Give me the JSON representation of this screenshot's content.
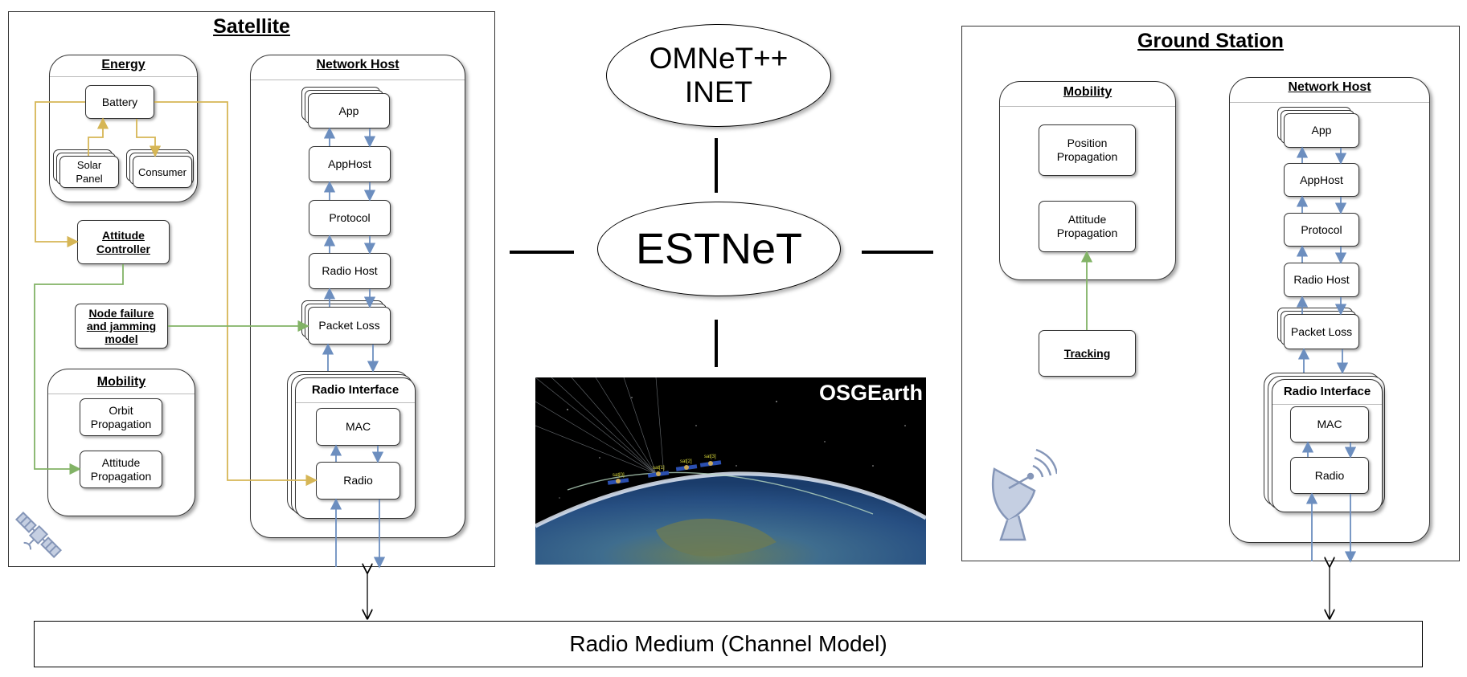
{
  "framework": {
    "top": "OMNeT++\nINET",
    "center": "ESTNeT",
    "viz": "OSGEarth"
  },
  "satellite": {
    "title": "Satellite",
    "energy": {
      "title": "Energy",
      "battery": "Battery",
      "solar": "Solar\nPanel",
      "consumer": "Consumer"
    },
    "attitude_controller": "Attitude\nController",
    "node_failure": "Node failure\nand jamming\nmodel",
    "mobility": {
      "title": "Mobility",
      "orbit": "Orbit\nPropagation",
      "attitude": "Attitude\nPropagation"
    },
    "network_host": {
      "title": "Network Host",
      "app": "App",
      "apphost": "AppHost",
      "protocol": "Protocol",
      "radiohost": "Radio Host",
      "packetloss": "Packet Loss",
      "radio_interface": "Radio Interface",
      "mac": "MAC",
      "radio": "Radio"
    }
  },
  "ground": {
    "title": "Ground Station",
    "mobility": {
      "title": "Mobility",
      "position": "Position\nPropagation",
      "attitude": "Attitude\nPropagation"
    },
    "tracking": "Tracking",
    "network_host": {
      "title": "Network Host",
      "app": "App",
      "apphost": "AppHost",
      "protocol": "Protocol",
      "radiohost": "Radio Host",
      "packetloss": "Packet Loss",
      "radio_interface": "Radio Interface",
      "mac": "MAC",
      "radio": "Radio"
    }
  },
  "radio_medium": "Radio Medium (Channel Model)",
  "colors": {
    "blue": "#6c8ebf",
    "gold": "#d6b656",
    "green": "#82b366"
  }
}
